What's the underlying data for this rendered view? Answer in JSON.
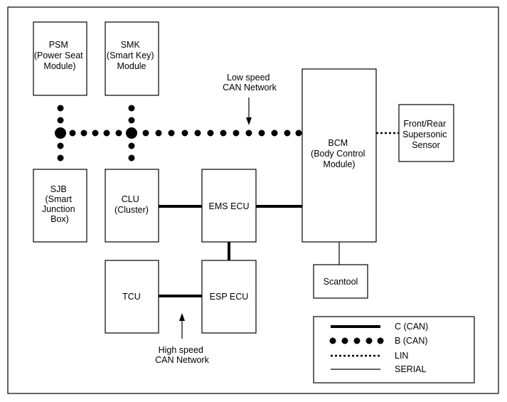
{
  "modules": {
    "psm": [
      "PSM",
      "(Power Seat",
      "Module)"
    ],
    "smk": [
      "SMK",
      "(Smart Key)",
      "Module"
    ],
    "sjb": [
      "SJB",
      "(Smart",
      "Junction",
      "Box)"
    ],
    "clu": [
      "CLU",
      "(Cluster)"
    ],
    "ems": [
      "EMS ECU"
    ],
    "bcm": [
      "BCM",
      "(Body Control",
      "Module)"
    ],
    "sensor": [
      "Front/Rear",
      "Supersonic",
      "Sensor"
    ],
    "tcu": [
      "TCU"
    ],
    "esp": [
      "ESP ECU"
    ],
    "scantool": [
      "Scantool"
    ]
  },
  "annotations": {
    "low_speed": [
      "Low speed",
      "CAN Network"
    ],
    "high_speed": [
      "High speed",
      "CAN Network"
    ]
  },
  "legend": {
    "can_c": "C (CAN)",
    "can_b": "B (CAN)",
    "lin": "LIN",
    "serial": "SERIAL"
  }
}
